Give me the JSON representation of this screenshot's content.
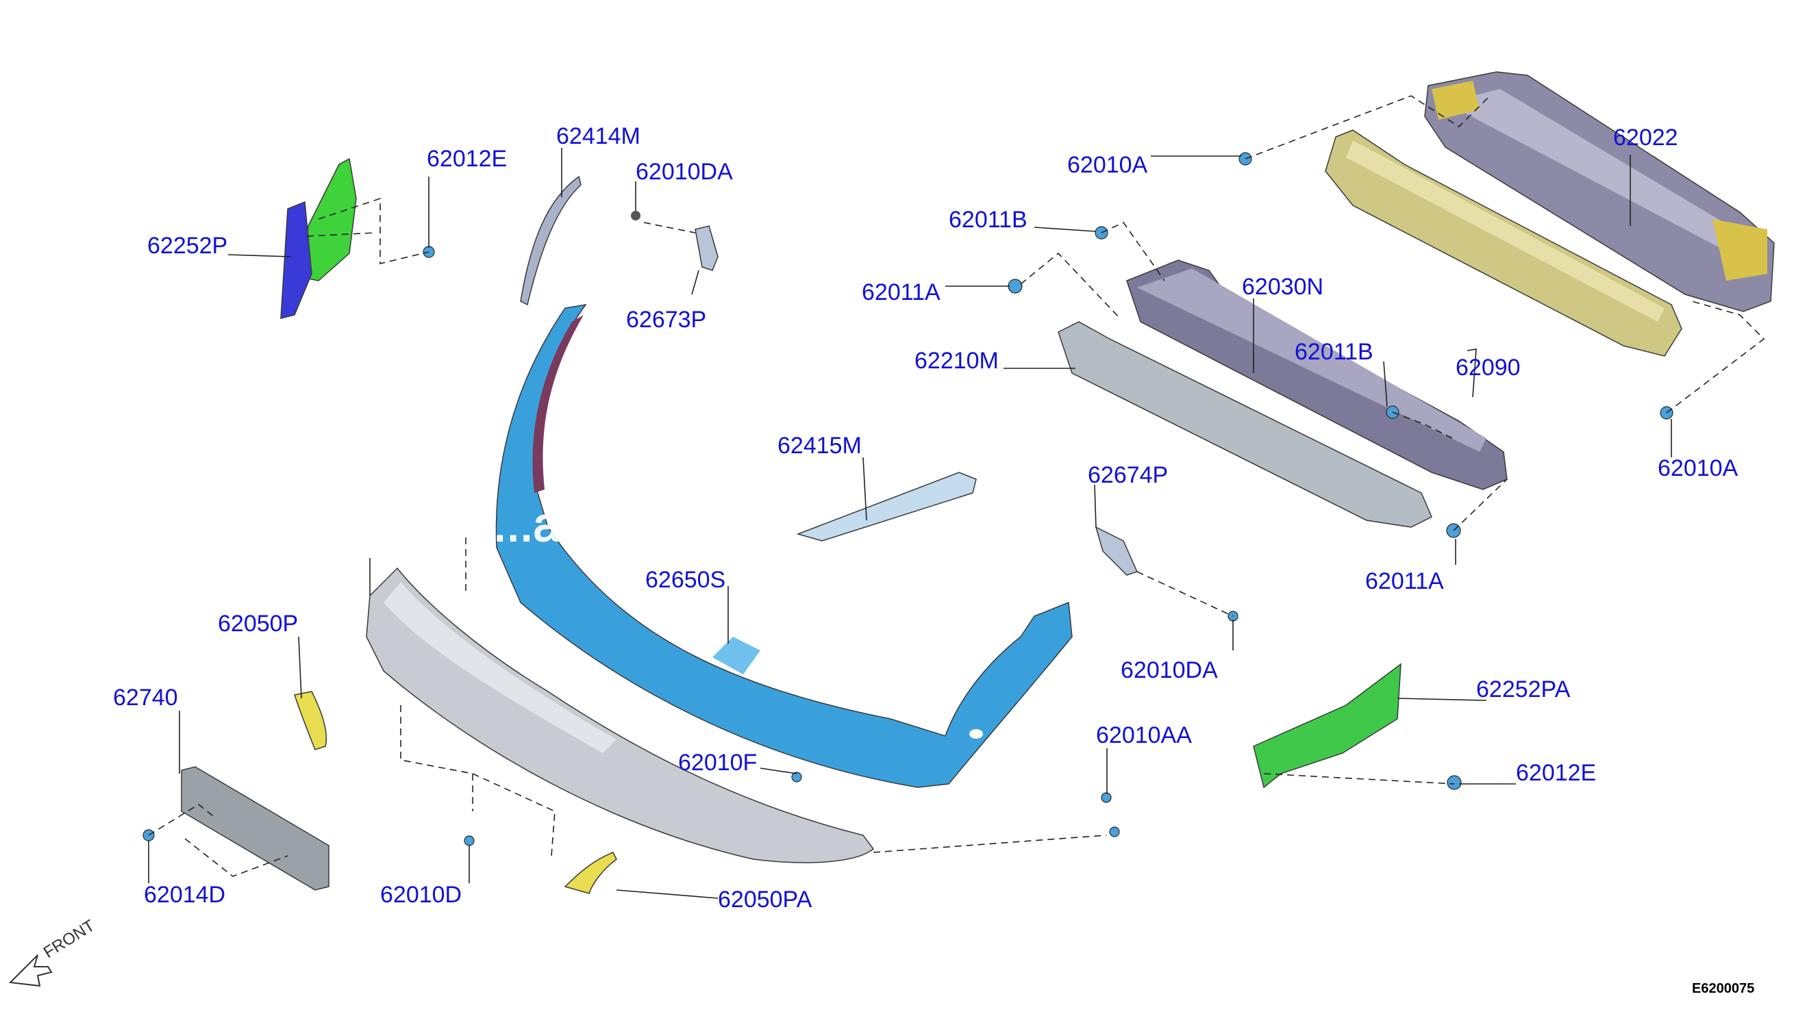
{
  "diagram": {
    "reference_code": "E6200075",
    "front_label": "FRONT",
    "watermark": "...ari ...RTS",
    "callouts": [
      {
        "id": "c1",
        "label": "62012E"
      },
      {
        "id": "c2",
        "label": "62414M"
      },
      {
        "id": "c3",
        "label": "62010DA"
      },
      {
        "id": "c4",
        "label": "62252P"
      },
      {
        "id": "c5",
        "label": "62673P"
      },
      {
        "id": "c6",
        "label": "62010A"
      },
      {
        "id": "c7",
        "label": "62022"
      },
      {
        "id": "c8",
        "label": "62011B"
      },
      {
        "id": "c9",
        "label": "62011A"
      },
      {
        "id": "c10",
        "label": "62030N"
      },
      {
        "id": "c11",
        "label": "62210M"
      },
      {
        "id": "c12",
        "label": "62011B"
      },
      {
        "id": "c13",
        "label": "62090"
      },
      {
        "id": "c14",
        "label": "62010A"
      },
      {
        "id": "c15",
        "label": "62415M"
      },
      {
        "id": "c16",
        "label": "62674P"
      },
      {
        "id": "c17",
        "label": "62011A"
      },
      {
        "id": "c18",
        "label": "62650S"
      },
      {
        "id": "c19",
        "label": "62050P"
      },
      {
        "id": "c20",
        "label": "62010DA"
      },
      {
        "id": "c21",
        "label": "62252PA"
      },
      {
        "id": "c22",
        "label": "62740"
      },
      {
        "id": "c23",
        "label": "62010AA"
      },
      {
        "id": "c24",
        "label": "62010F"
      },
      {
        "id": "c25",
        "label": "62012E"
      },
      {
        "id": "c26",
        "label": "62014D"
      },
      {
        "id": "c27",
        "label": "62010D"
      },
      {
        "id": "c28",
        "label": "62050PA"
      }
    ],
    "parts": [
      {
        "id": "p1",
        "name": "side-bracket-left",
        "color": "#3fd23a",
        "accent": "#3a3ad8"
      },
      {
        "id": "p2",
        "name": "upper-bracket-strip",
        "color": "#a9b2c8"
      },
      {
        "id": "p3",
        "name": "bumper-fascia",
        "color": "#3aa0dc",
        "accent": "#7a3a5e"
      },
      {
        "id": "p4",
        "name": "lower-spoiler",
        "color": "#c8cbd2"
      },
      {
        "id": "p5",
        "name": "reinforcement-62022",
        "color": "#8c8aa6"
      },
      {
        "id": "p6",
        "name": "absorber-62090",
        "color": "#cfc884"
      },
      {
        "id": "p7",
        "name": "reinforcement-62030N",
        "color": "#7c7a98"
      },
      {
        "id": "p8",
        "name": "absorber-62210M",
        "color": "#b4bcc4"
      },
      {
        "id": "p9",
        "name": "side-bracket-right",
        "color": "#3fc84a"
      },
      {
        "id": "p10",
        "name": "lower-bar-62740",
        "color": "#9aa2a8"
      },
      {
        "id": "p11",
        "name": "trim-62050P",
        "color": "#e8dc50"
      },
      {
        "id": "p12",
        "name": "trim-62050PA",
        "color": "#e8dc50"
      },
      {
        "id": "p13",
        "name": "trim-62415M",
        "color": "#c4dcee"
      }
    ]
  }
}
